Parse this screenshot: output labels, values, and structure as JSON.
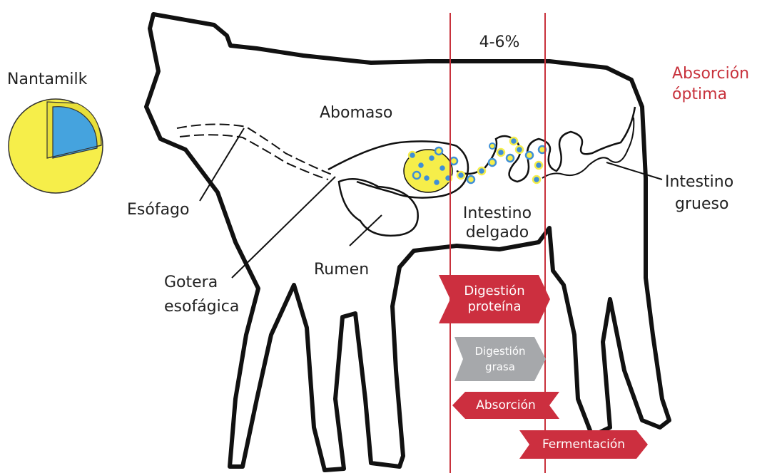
{
  "product": "Nantamilk",
  "labels": {
    "percent": "4-6%",
    "optimal_absorption_line1": "Absorción",
    "optimal_absorption_line2": "óptima",
    "abomasum": "Abomaso",
    "esophagus": "Esófago",
    "esophageal_groove_line1": "Gotera",
    "esophageal_groove_line2": "esofágica",
    "rumen": "Rumen",
    "small_intestine_line1": "Intestino",
    "small_intestine_line2": "delgado",
    "large_intestine_line1": "Intestino",
    "large_intestine_line2": "grueso"
  },
  "tags": {
    "protein_digestion_line1": "Digestión",
    "protein_digestion_line2": "proteína",
    "fat_digestion_line1": "Digestión",
    "fat_digestion_line2": "grasa",
    "absorption": "Absorción",
    "fermentation": "Fermentación"
  },
  "colors": {
    "accent_red": "#c8323c",
    "tag_red": "#cc2f3f",
    "tag_gray": "#a6a8ab",
    "outline": "#111111",
    "particle_yellow": "#f6ee4a",
    "particle_blue": "#3f8fd6"
  },
  "icons": [
    "sphere-cross-section-icon",
    "calf-silhouette-icon"
  ]
}
